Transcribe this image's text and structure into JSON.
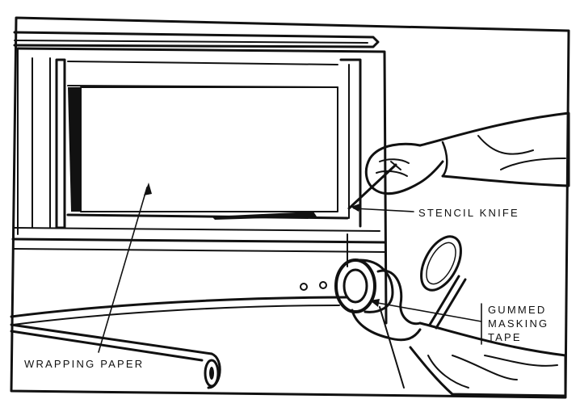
{
  "labels": {
    "stencil_knife": "STENCIL KNIFE",
    "gummed_line1": "GUMMED",
    "gummed_line2": "MASKING",
    "gummed_line3": "TAPE",
    "wrapping_paper": "WRAPPING PAPER"
  }
}
